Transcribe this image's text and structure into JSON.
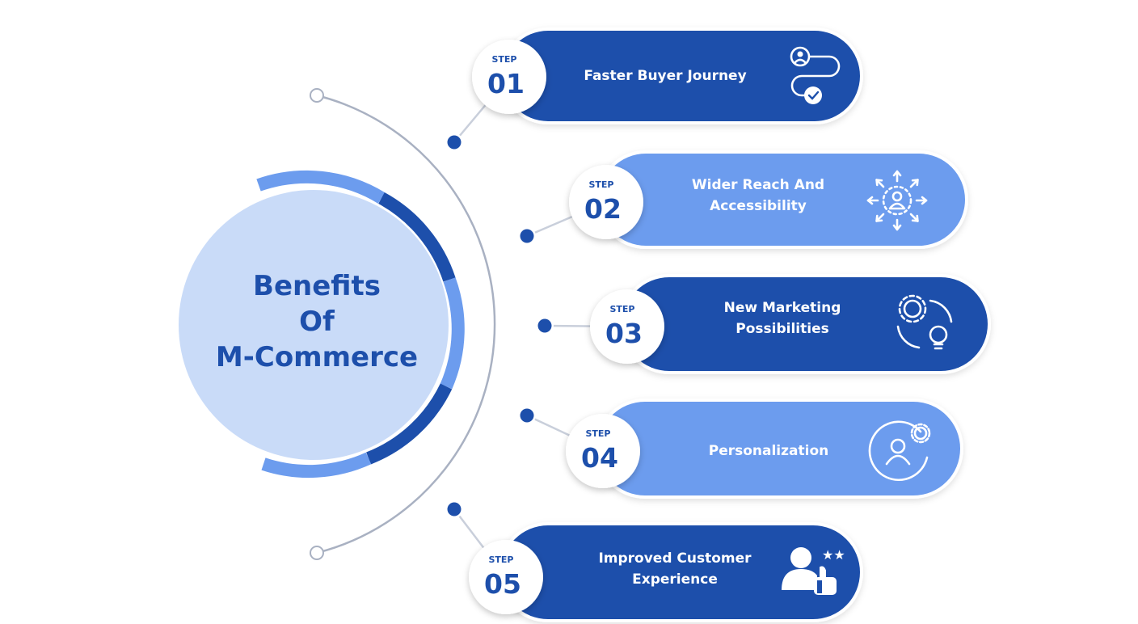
{
  "title": {
    "line1": "Benefits",
    "line2": "Of",
    "line3": "M-Commerce"
  },
  "steps": [
    {
      "step_word": "STEP",
      "number": "01",
      "label_line1": "Faster Buyer Journey",
      "label_line2": "",
      "icon": "buyer-journey-icon",
      "color": "#1d4fab"
    },
    {
      "step_word": "STEP",
      "number": "02",
      "label_line1": "Wider Reach And",
      "label_line2": "Accessibility",
      "icon": "reach-accessibility-icon",
      "color": "#6c9cee"
    },
    {
      "step_word": "STEP",
      "number": "03",
      "label_line1": "New Marketing",
      "label_line2": "Possibilities",
      "icon": "marketing-ideas-icon",
      "color": "#1d4fab"
    },
    {
      "step_word": "STEP",
      "number": "04",
      "label_line1": "Personalization",
      "label_line2": "",
      "icon": "personalization-icon",
      "color": "#6c9cee"
    },
    {
      "step_word": "STEP",
      "number": "05",
      "label_line1": "Improved Customer",
      "label_line2": "Experience",
      "icon": "customer-experience-icon",
      "color": "#1d4fab"
    }
  ],
  "colors": {
    "dark_blue": "#1d4fab",
    "light_blue": "#6c9cee",
    "pale_blue": "#c9dbf8",
    "connector_gray": "#a9b1c2"
  }
}
